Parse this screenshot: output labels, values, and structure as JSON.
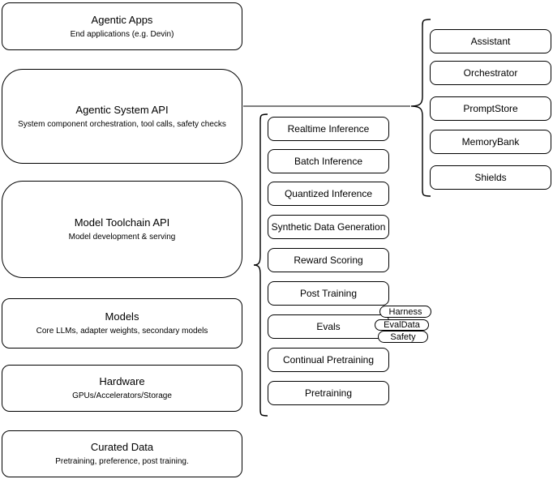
{
  "diagram": {
    "left_boxes": [
      {
        "title": "Agentic Apps",
        "subtitle": "End applications (e.g. Devin)"
      },
      {
        "title": "Agentic System API",
        "subtitle": "System component orchestration, tool calls, safety checks"
      },
      {
        "title": "Model Toolchain API",
        "subtitle": "Model development & serving"
      },
      {
        "title": "Models",
        "subtitle": "Core LLMs, adapter weights, secondary models"
      },
      {
        "title": "Hardware",
        "subtitle": "GPUs/Accelerators/Storage"
      },
      {
        "title": "Curated Data",
        "subtitle": "Pretraining, preference, post training."
      }
    ],
    "toolchain_components": [
      {
        "label": "Realtime Inference"
      },
      {
        "label": "Batch Inference"
      },
      {
        "label": "Quantized Inference"
      },
      {
        "label": "Synthetic Data Generation"
      },
      {
        "label": "Reward Scoring"
      },
      {
        "label": "Post Training"
      },
      {
        "label": "Evals"
      },
      {
        "label": "Continual Pretraining"
      },
      {
        "label": "Pretraining"
      }
    ],
    "eval_pills": [
      {
        "label": "Harness"
      },
      {
        "label": "EvalData"
      },
      {
        "label": "Safety"
      }
    ],
    "system_components": [
      {
        "label": "Assistant"
      },
      {
        "label": "Orchestrator"
      },
      {
        "label": "PromptStore"
      },
      {
        "label": "MemoryBank"
      },
      {
        "label": "Shields"
      }
    ],
    "colors": {
      "stroke": "#000000",
      "connector": "#7f7f7f",
      "fill": "#ffffff"
    }
  }
}
